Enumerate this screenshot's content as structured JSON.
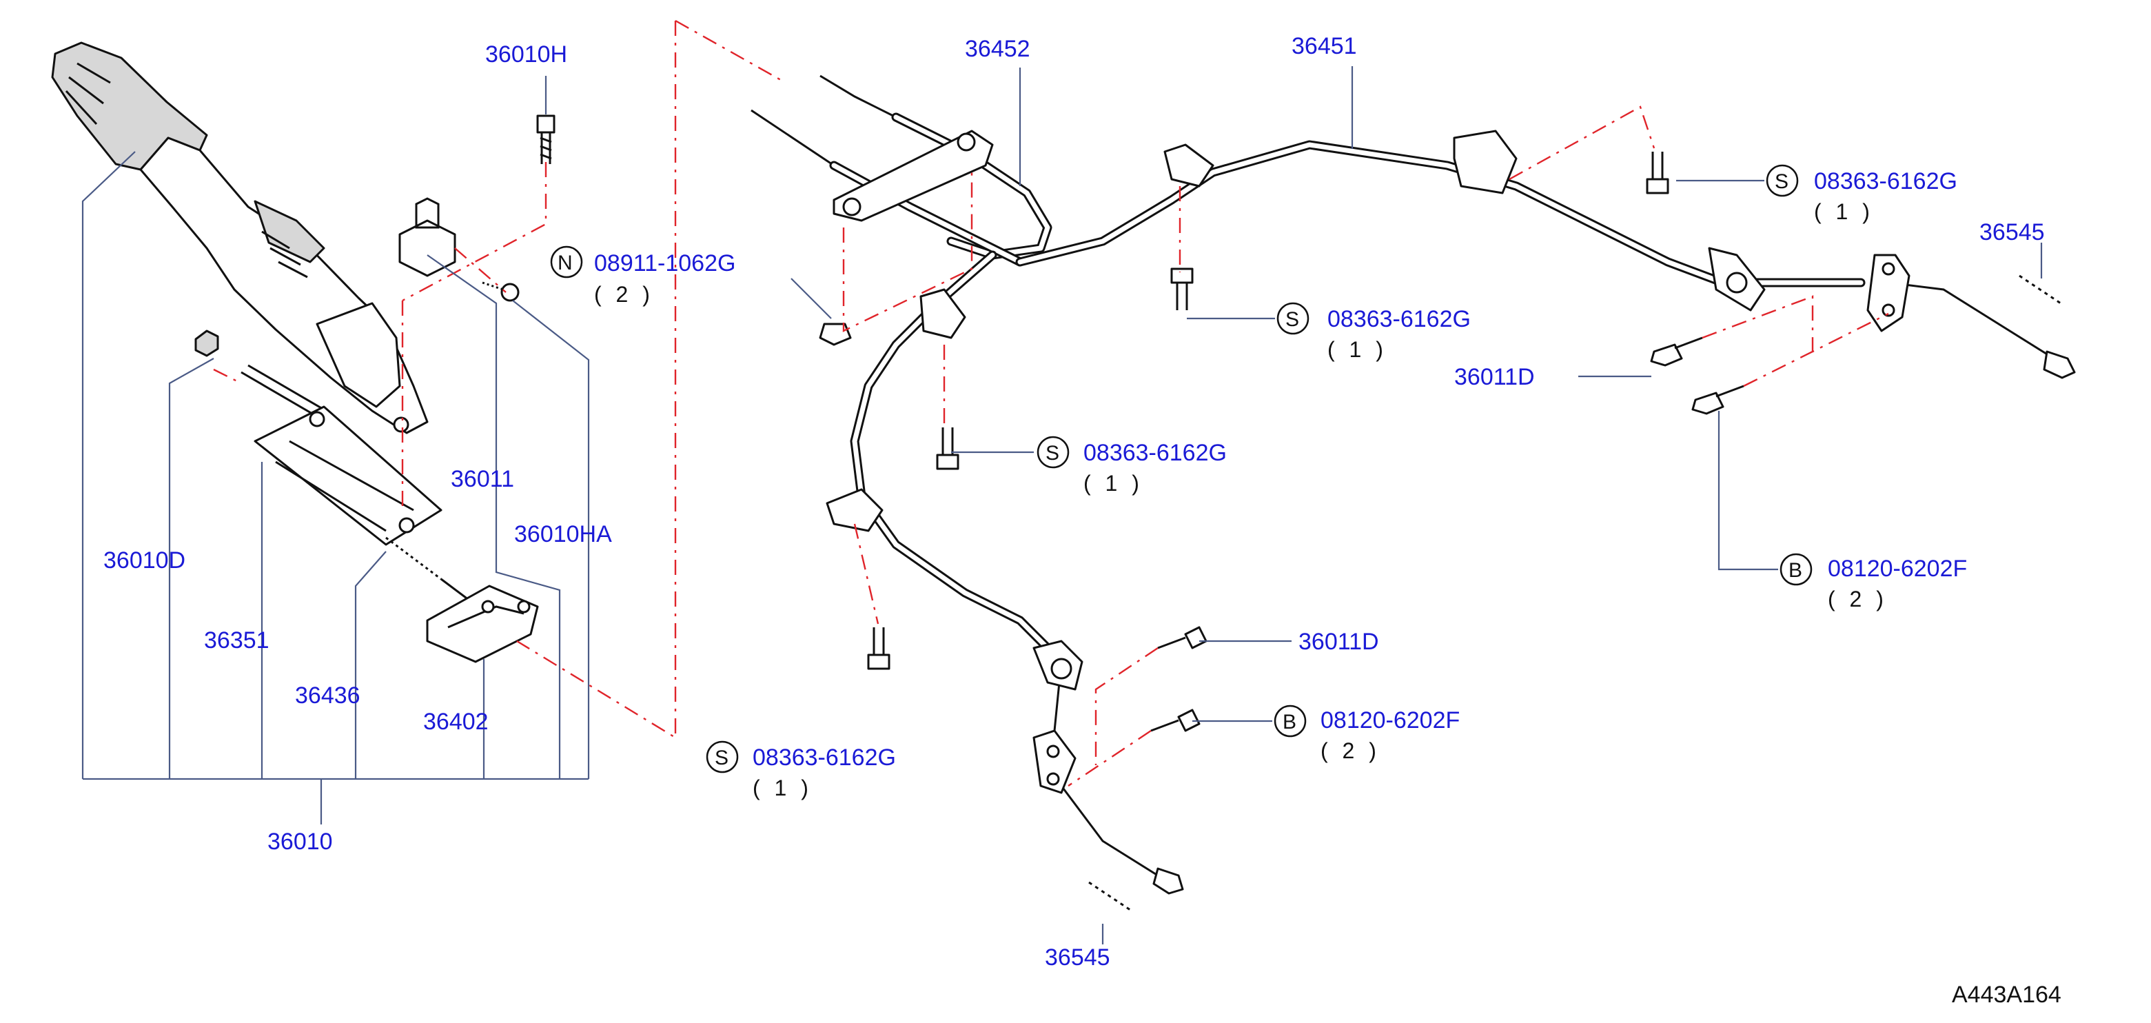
{
  "parts": {
    "p36010H": "36010H",
    "p08911": "08911-1062G",
    "p08911_qty": "( 2 )",
    "p36452": "36452",
    "p36451": "36451",
    "s1": "08363-6162G",
    "s1_qty": "( 1 )",
    "p36545_right": "36545",
    "s2": "08363-6162G",
    "s2_qty": "( 1 )",
    "p36011D_right": "36011D",
    "s3": "08363-6162G",
    "s3_qty": "( 1 )",
    "b1": "08120-6202F",
    "b1_qty": "( 2 )",
    "p36011": "36011",
    "p36010HA": "36010HA",
    "p36010D": "36010D",
    "p36351": "36351",
    "p36436": "36436",
    "p36402": "36402",
    "p36011D_lower": "36011D",
    "b2": "08120-6202F",
    "b2_qty": "( 2 )",
    "s4": "08363-6162G",
    "s4_qty": "( 1 )",
    "p36010": "36010",
    "p36545_bottom": "36545"
  },
  "badges": {
    "N": "N",
    "S": "S",
    "B": "B"
  },
  "diagram_ref": "A443A164",
  "colors": {
    "label": "#1a1ad6",
    "leader": "#4a5a86",
    "dash": "#e0242a",
    "line": "#111111"
  }
}
